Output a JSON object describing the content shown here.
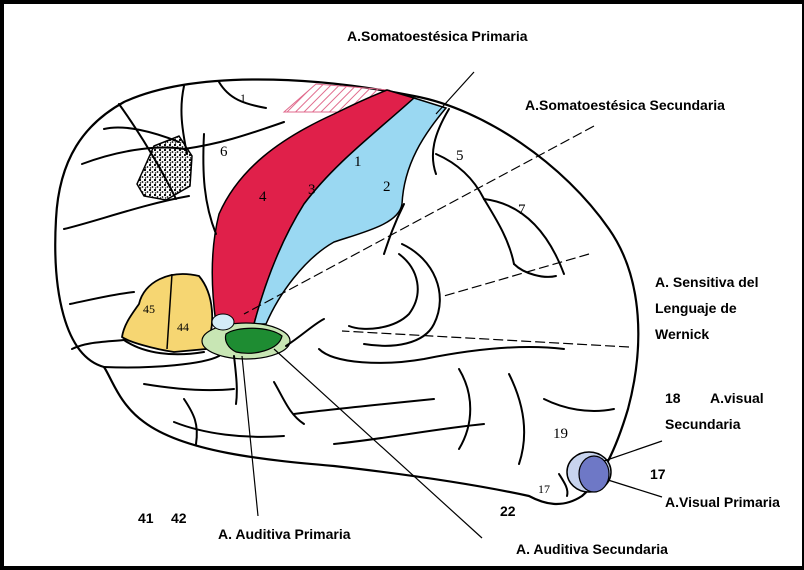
{
  "colors": {
    "primary_somatosensory": "#e0204a",
    "secondary_somatosensory": "#9ad8f2",
    "broca": "#f6d672",
    "primary_auditory": "#1e8c32",
    "secondary_auditory": "#c8e6b4",
    "primary_visual": "#6e78c6",
    "secondary_visual": "#c8d4ee",
    "hatch": "#e06a8c",
    "outline": "#000000"
  },
  "labels": {
    "somato_primaria": "A.Somatoestésica Primaria",
    "somato_secundaria": "A.Somatoestésica Secundaria",
    "sensitiva_line1": "A. Sensitiva del",
    "sensitiva_line2": "Lenguaje de",
    "sensitiva_line3": "Wernick",
    "area18": "18",
    "visual_secundaria_a": "A.visual",
    "visual_secundaria_b": "Secundaria",
    "area17": "17",
    "visual_primaria": "A.Visual Primaria",
    "area22": "22",
    "auditiva_secundaria": "A. Auditiva Secundaria",
    "area41": "41",
    "area42": "42",
    "auditiva_primaria": "A. Auditiva Primaria"
  },
  "area_numbers": {
    "a1_top": "1",
    "a6": "6",
    "a4": "4",
    "a3": "3",
    "a1": "1",
    "a2": "2",
    "a5": "5",
    "a7": "7",
    "a45": "45",
    "a44": "44",
    "a19": "19",
    "a17_small": "17"
  }
}
